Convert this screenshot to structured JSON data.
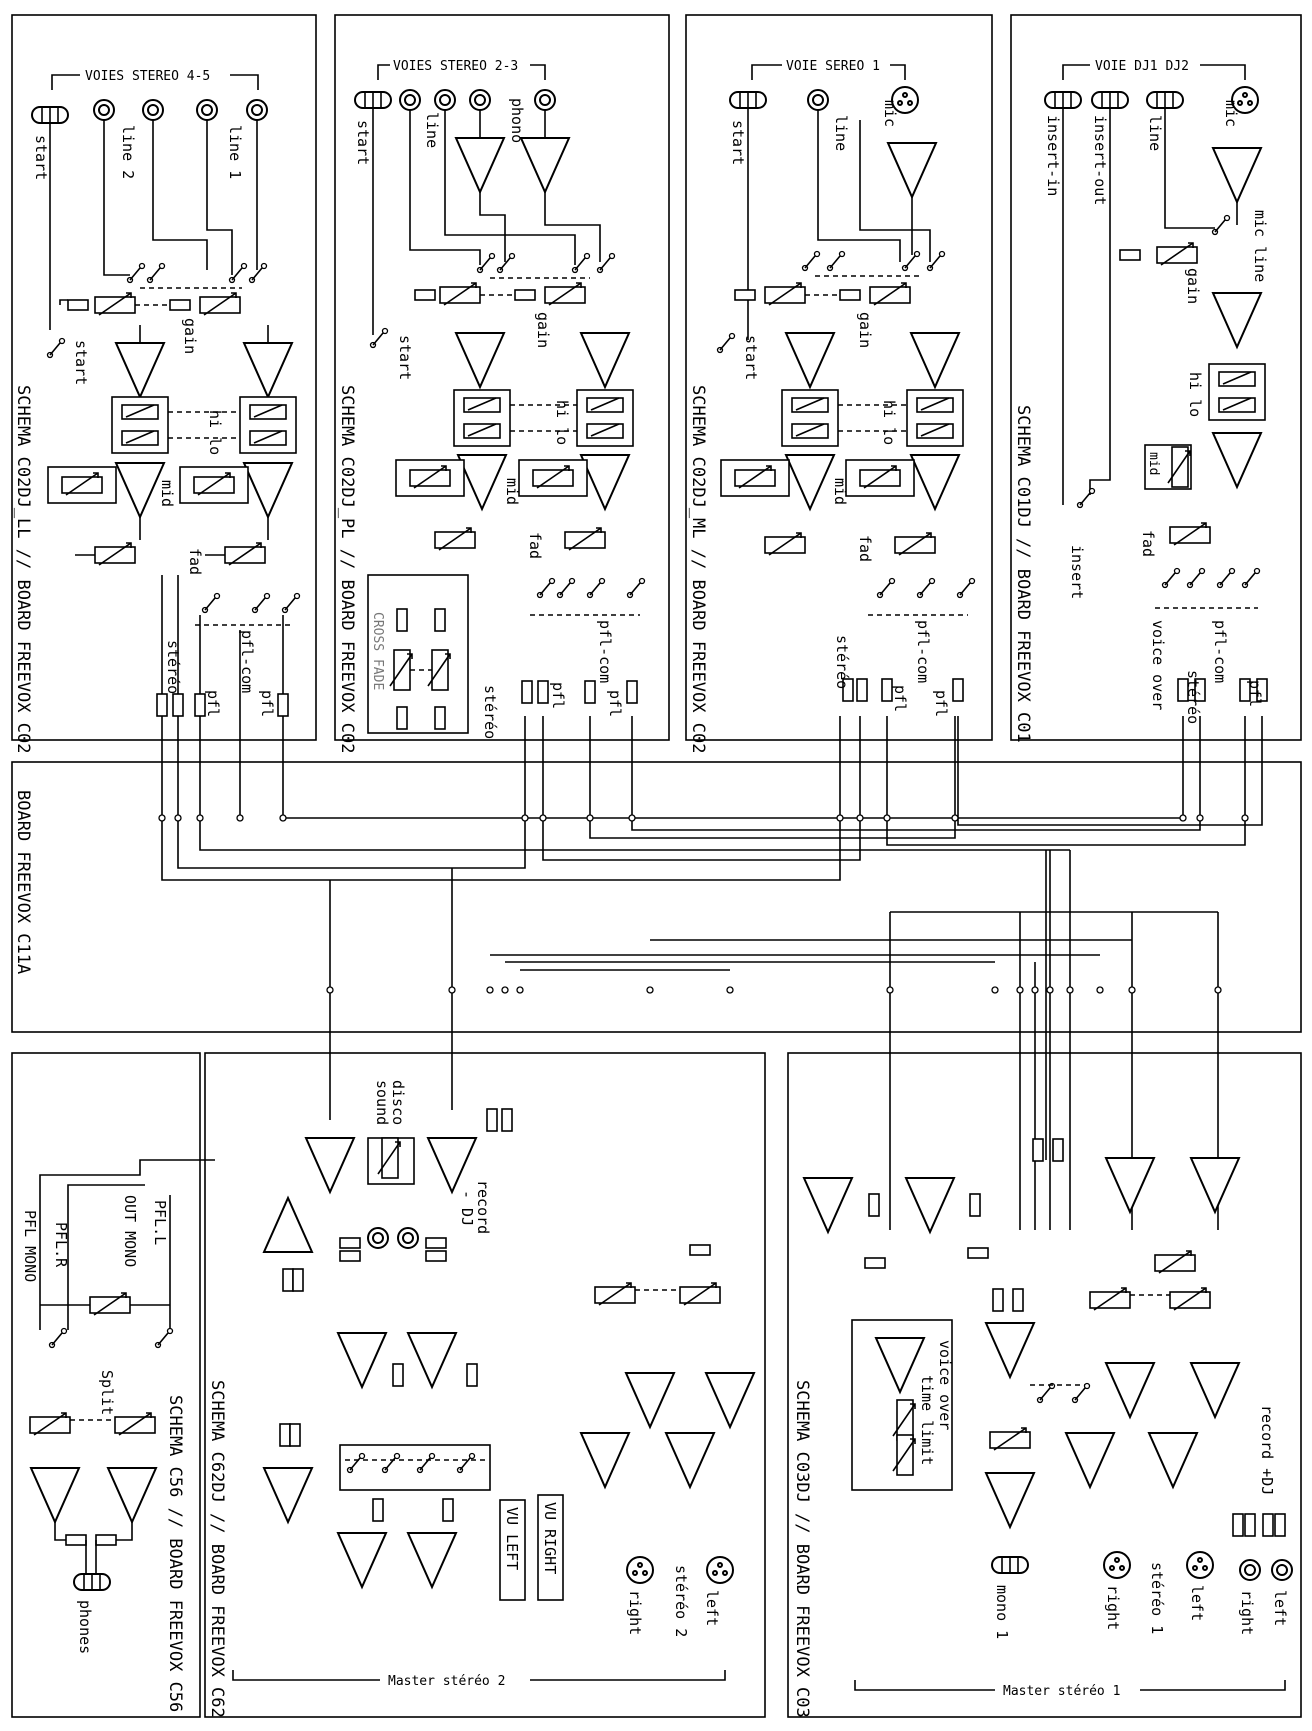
{
  "diagram": {
    "boards": {
      "c02dj_ll": {
        "title": "SCHEMA C02DJ_LL // BOARD FREEVOX C02",
        "header": "VOIES STEREO 4-5",
        "labels": {
          "start": "start",
          "line2": "line 2",
          "line1": "line 1",
          "start_sw": "start",
          "gain": "gain",
          "hilo": "hi lo",
          "mid": "mid",
          "fad": "fad",
          "stereo": "stéréo",
          "pfl": "pfl",
          "pflcom": "pfl-com",
          "pfl2": "pfl"
        }
      },
      "c02dj_pl": {
        "title": "SCHEMA C02DJ_PL // BOARD FREEVOX C02",
        "header": "VOIES STEREO 2-3",
        "labels": {
          "start": "start",
          "line": "line",
          "phono": "phono",
          "start_sw": "start",
          "gain": "gain",
          "hilo": "hi lo",
          "mid": "mid",
          "fad": "fad",
          "crossfade": "CROSS FADE",
          "stereo": "stéréo",
          "pfl": "pfl",
          "pflcom": "pfl-com",
          "pfl2": "pfl"
        }
      },
      "c02dj_ml": {
        "title": "SCHEMA C02DJ_ML // BOARD FREEVOX C02",
        "header": "VOIE SEREO 1",
        "labels": {
          "start": "start",
          "line": "line",
          "mic": "mic",
          "start_sw": "start",
          "gain": "gain",
          "hilo": "hi lo",
          "mid": "mid",
          "fad": "fad",
          "stereo": "stéréo",
          "pfl": "pfl",
          "pflcom": "pfl-com",
          "pfl2": "pfl"
        }
      },
      "c01dj": {
        "title": "SCHEMA C01DJ // BOARD FREEVOX C01",
        "header": "VOIE DJ1 DJ2",
        "labels": {
          "insert_in": "insert-in",
          "insert_out": "insert-out",
          "line": "line",
          "mic": "mic",
          "micline": "mic line",
          "gain": "gain",
          "hilo": "hi lo",
          "mid": "mid",
          "insert": "insert",
          "fad": "fad",
          "voiceover": "voice over",
          "stereo": "stéréo",
          "pflcom": "pfl-com",
          "pfl": "pfl"
        }
      },
      "c11a": {
        "title": "BOARD FREEVOX C11A"
      },
      "c56": {
        "title": "SCHEMA C56 // BOARD FREEVOX C56",
        "labels": {
          "pflmono": "PFL MONO",
          "pflr": "PFL.R",
          "outmono": "OUT MONO",
          "pfll": "PFL.L",
          "split": "Split",
          "phones": "phones"
        }
      },
      "c62dj": {
        "title": "SCHEMA C62DJ // BOARD FREEVOX C62",
        "footer": "Master stéréo 2",
        "labels": {
          "disco": "disco",
          "sound": "sound",
          "record": "record",
          "dj": "- DJ",
          "vuleft": "VU LEFT",
          "vuright": "VU RIGHT",
          "right": "right",
          "left": "left",
          "stereo2": "stéréo 2"
        }
      },
      "c03dj": {
        "title": "SCHEMA C03DJ // BOARD FREEVOX C03",
        "footer": "Master stéréo 1",
        "labels": {
          "voiceover": "voice over",
          "timelimit": "time limit",
          "mono1": "mono 1",
          "right": "right",
          "stereo1": "stéréo 1",
          "left": "left",
          "record": "record +DJ",
          "right2": "right",
          "left2": "left"
        }
      }
    }
  }
}
